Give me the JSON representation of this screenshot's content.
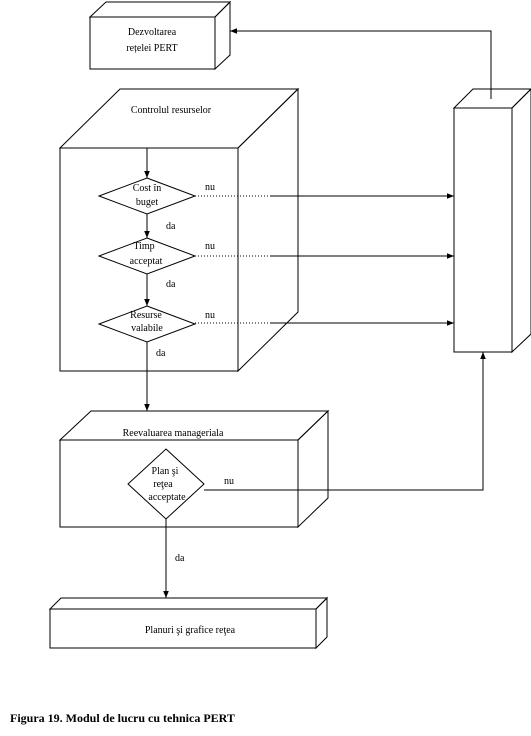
{
  "diagram": {
    "boxes": {
      "dezvoltarea_line1": "Dezvoltarea",
      "dezvoltarea_line2": "rețelei PERT",
      "controlul": "Controlul resurselor",
      "reevaluarea": "Reevaluarea manageriala",
      "planuri": "Planuri şi grafice reţea"
    },
    "decisions": {
      "cost_line1": "Cost în",
      "cost_line2": "buget",
      "timp_line1": "Timp",
      "timp_line2": "acceptat",
      "resurse_line1": "Resurse",
      "resurse_line2": "valabile",
      "plan_line1": "Plan şi",
      "plan_line2": "reţea",
      "plan_line3": "acceptate"
    },
    "labels": {
      "no": "nu",
      "yes": "da"
    },
    "colors": {
      "stroke": "#000000",
      "background": "#ffffff"
    }
  },
  "caption": "Figura 19. Modul de lucru cu tehnica PERT"
}
